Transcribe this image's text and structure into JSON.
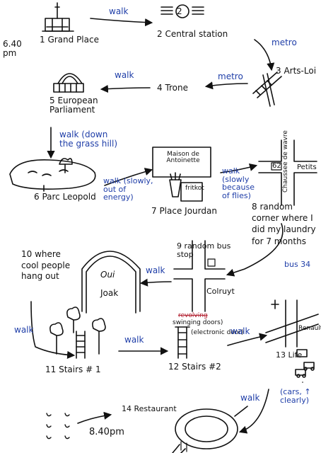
{
  "times": {
    "start": "6.40 pm",
    "end": "8.40pm"
  },
  "nodes": {
    "n1": {
      "label": "1 Grand Place"
    },
    "n2": {
      "label": "2 Central station",
      "mark": "2"
    },
    "n3": {
      "label": "3 Arts-Loi"
    },
    "n4": {
      "label": "4 Trone"
    },
    "n5": {
      "label": "5 European Parliament"
    },
    "n6": {
      "label": "6 Parc Leopold"
    },
    "n7": {
      "label": "7 Place Jourdan",
      "sign": "Maison de Antoinette",
      "shop": "fritkot"
    },
    "n8": {
      "label": "8 random corner where I did my laundry for 7 months",
      "street1": "Chaussee de wavre",
      "street2": "Petits",
      "box": "62"
    },
    "n9": {
      "label": "9 random bus stop",
      "street": "Colruyt"
    },
    "n10": {
      "label": "10 where cool people hang out",
      "sign1": "Oui",
      "sign2": "Joak"
    },
    "n11": {
      "label": "11 Stairs # 1"
    },
    "n12": {
      "label": "12 Stairs #2",
      "crossed": "revolving",
      "note1": "swinging doors)",
      "note2": "(electronic door)"
    },
    "n13": {
      "label": "13 Life",
      "sign": "Renault"
    },
    "n14": {
      "label": "14 Restaurant"
    }
  },
  "edges": {
    "e1": "walk",
    "e2": "metro",
    "e3": "metro",
    "e4": "walk",
    "e5": "walk (down the grass hill)",
    "e6": "walk (slowly, out of energy)",
    "e7": "walk (slowly because of flies)",
    "e8": "bus 34",
    "e9": "walk",
    "e10": "walk",
    "e11": "walk",
    "e12": "walk",
    "e13": "(cars, ↑ clearly)",
    "e14": "walk"
  }
}
